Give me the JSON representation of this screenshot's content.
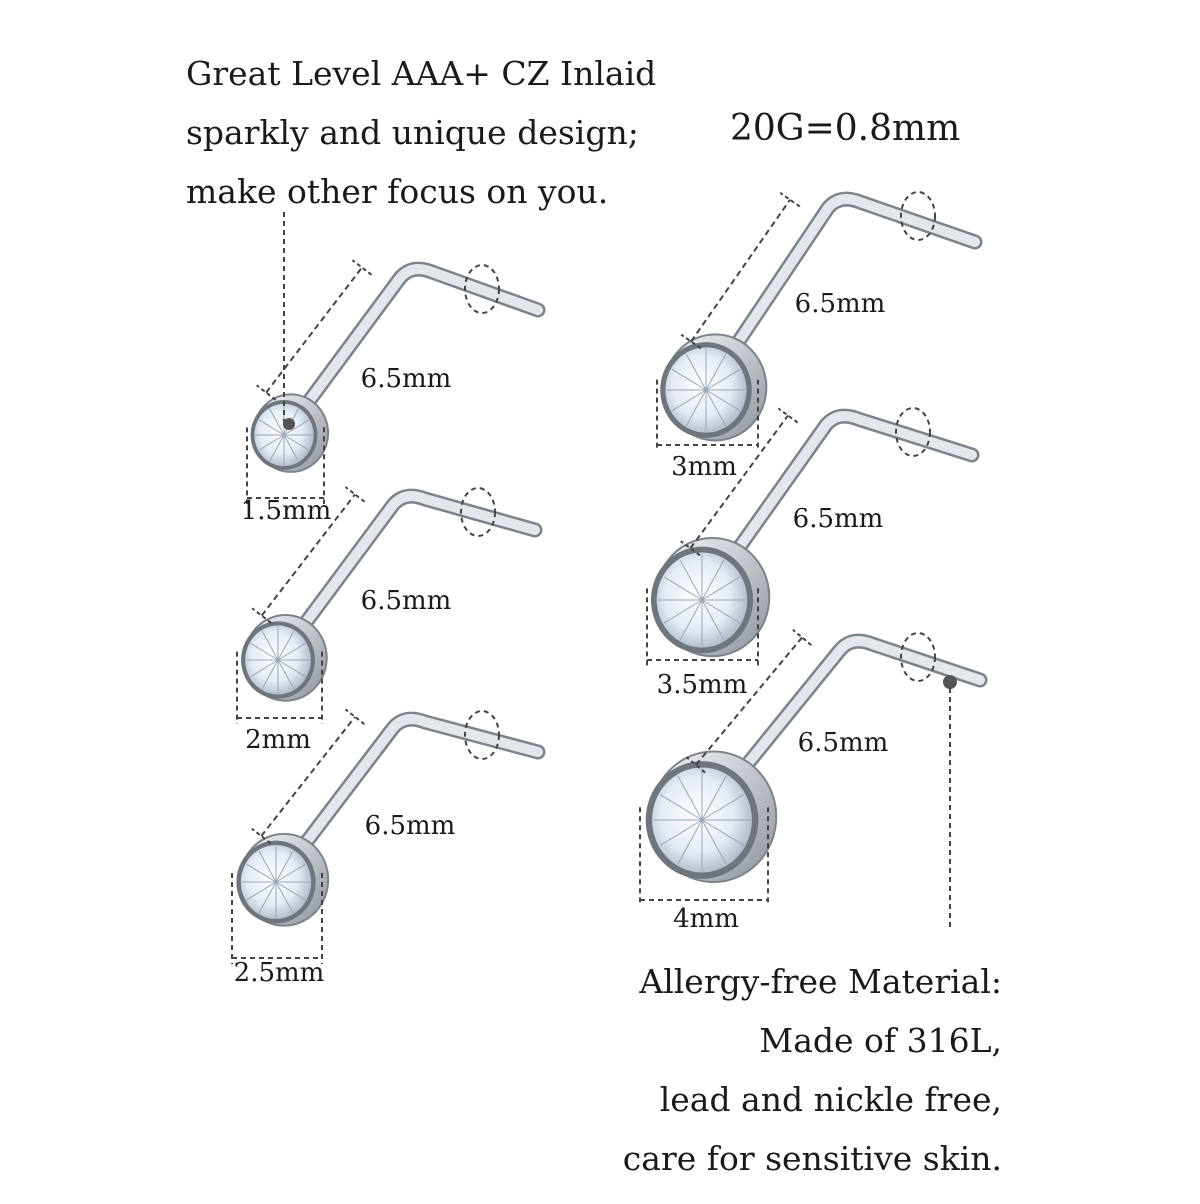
{
  "intro": {
    "lines": [
      "Great Level AAA+ CZ Inlaid",
      "sparkly and unique design;",
      "make other focus on you."
    ]
  },
  "gauge_label": "20G=0.8mm",
  "material": {
    "lines": [
      "Allergy-free Material:",
      "Made of 316L,",
      "lead and nickle free,",
      "care for sensitive skin."
    ]
  },
  "studs": [
    {
      "name": "stud-1-5mm",
      "size_label": "1.5mm",
      "length_label": "6.5mm"
    },
    {
      "name": "stud-2mm",
      "size_label": "2mm",
      "length_label": "6.5mm"
    },
    {
      "name": "stud-2-5mm",
      "size_label": "2.5mm",
      "length_label": "6.5mm"
    },
    {
      "name": "stud-3mm",
      "size_label": "3mm",
      "length_label": "6.5mm"
    },
    {
      "name": "stud-3-5mm",
      "size_label": "3.5mm",
      "length_label": "6.5mm"
    },
    {
      "name": "stud-4mm",
      "size_label": "4mm",
      "length_label": "6.5mm"
    }
  ],
  "colors": {
    "metal": "#c9ccd1",
    "metal_dark": "#8f949b",
    "gem": "#eef3fa",
    "dim_line": "#444444",
    "text": "#1a1a1a"
  }
}
